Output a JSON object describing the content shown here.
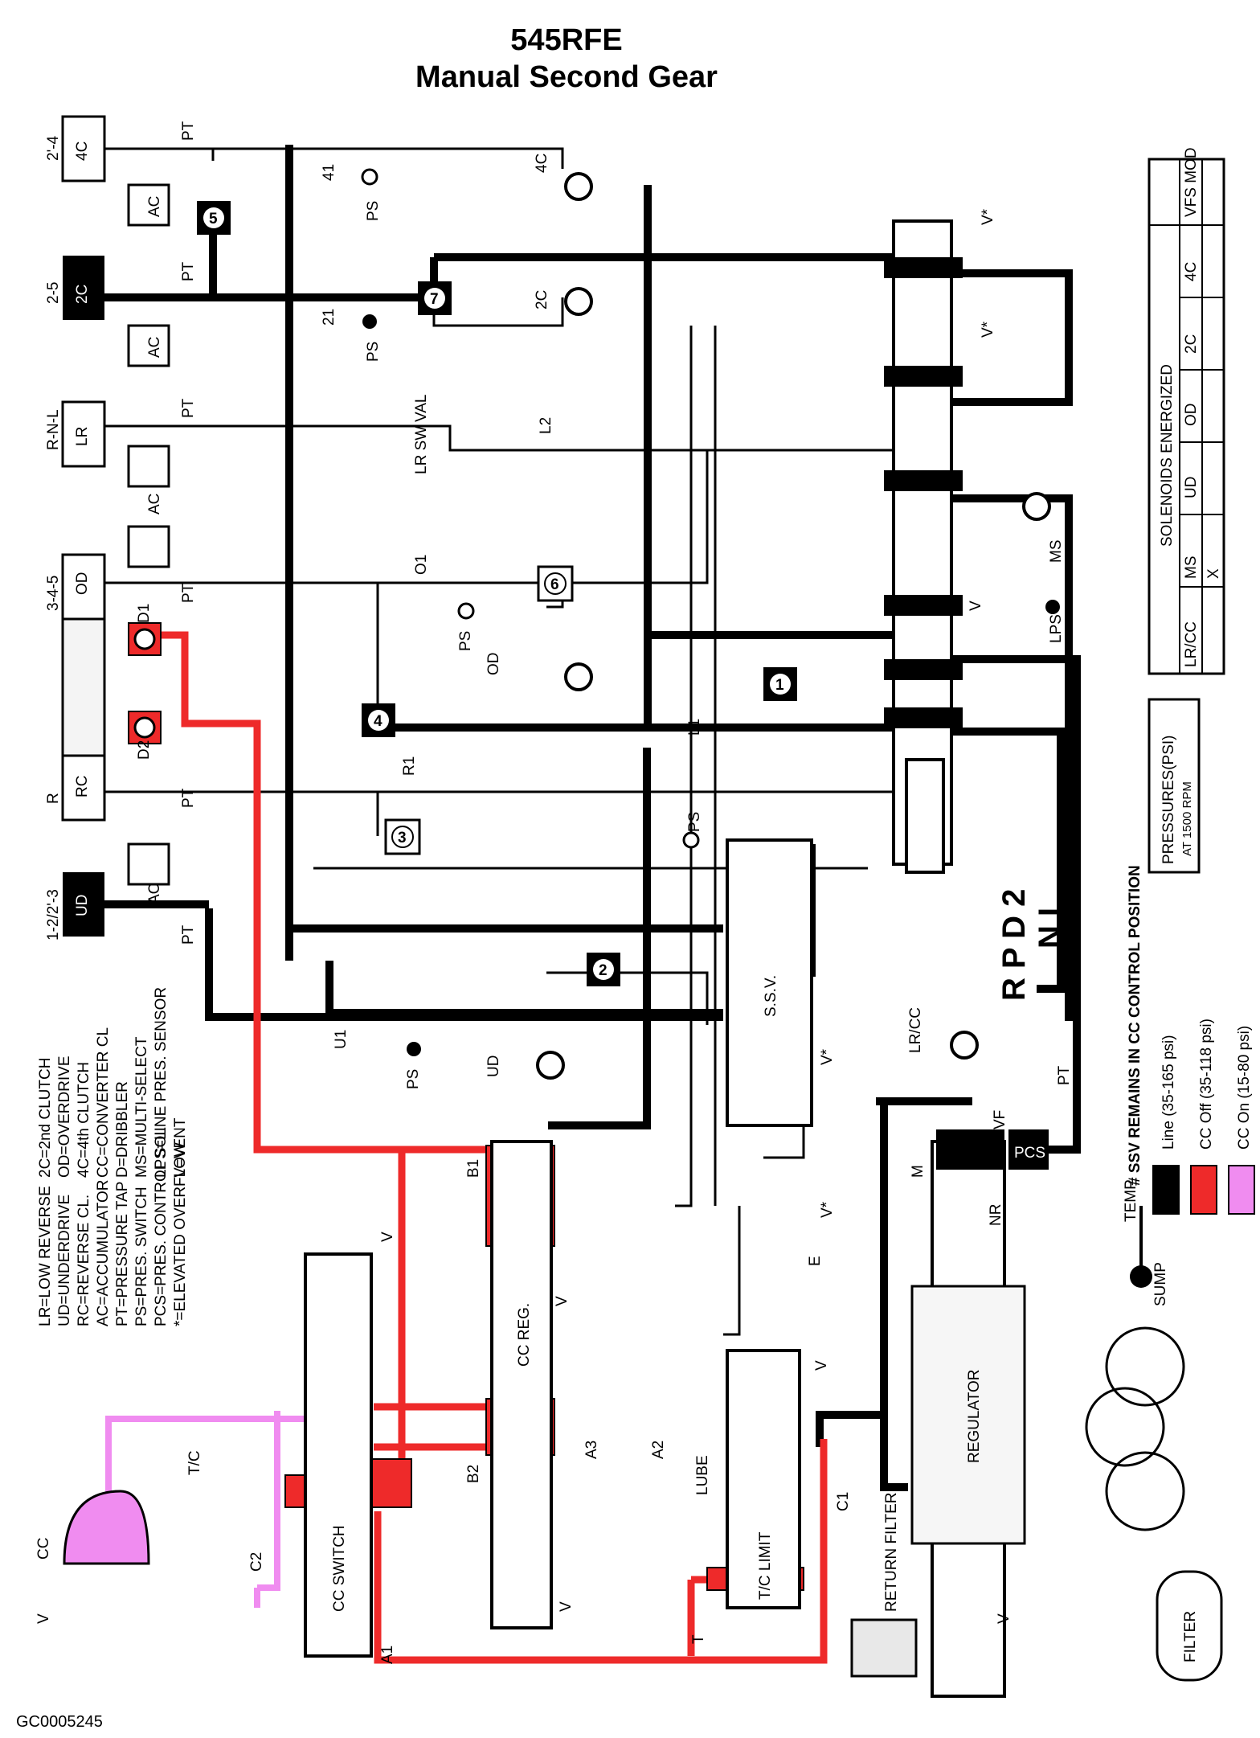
{
  "title": {
    "line1": "545RFE",
    "line2": "Manual Second Gear"
  },
  "footer_code": "GC0005245",
  "clutches": [
    {
      "gear": "2'-4",
      "name": "4C"
    },
    {
      "gear": "2-5",
      "name": "2C"
    },
    {
      "gear": "R-N-L",
      "name": "LR"
    },
    {
      "gear": "3-4-5",
      "name": "OD"
    },
    {
      "gear": "R",
      "name": "RC"
    },
    {
      "gear": "1-2/2'-3",
      "name": "UD"
    }
  ],
  "legend_abbreviations": [
    "LR=LOW REVERSE",
    "UD=UNDERDRIVE",
    "RC=REVERSE CL.",
    "AC=ACCUMULATOR",
    "PT=PRESSURE TAP",
    "PS=PRES. SWITCH",
    "PCS=PRES. CONTROL SOL",
    "*=ELEVATED OVERFLOW",
    "2C=2nd CLUTCH",
    "OD=OVERDRIVE",
    "4C=4th CLUTCH",
    "CC=CONVERTER CL",
    "D=DRIBBLER",
    "MS=MULTI-SELECT",
    "LPS=LINE PRES. SENSOR",
    "V=VENT"
  ],
  "solenoids_table": {
    "header": "SOLENOIDS ENERGIZED",
    "columns": [
      "LR/CC",
      "MS",
      "UD",
      "OD",
      "2C",
      "4C",
      "VFS MOD"
    ],
    "values": [
      "",
      "X",
      "",
      "",
      "",
      "",
      ""
    ]
  },
  "pressures": {
    "title": "PRESSURES(PSI)",
    "subtitle": "AT 1500 RPM",
    "note": "# SSV REMAINS IN CC CONTROL POSITION",
    "items": [
      {
        "label": "Line (35-165 psi)",
        "color": "#000000"
      },
      {
        "label": "CC Off (35-118 psi)",
        "color": "#ee2a2a"
      },
      {
        "label": "CC On (15-80 psi)",
        "color": "#f08cf0"
      }
    ]
  },
  "manual_positions": {
    "row1": "R P D 2",
    "row2": "N L"
  },
  "labels": {
    "pt": "PT",
    "ac": "AC",
    "ps": "PS",
    "v": "V",
    "vstar": "V*",
    "l41": "41",
    "l21": "21",
    "val": "VAL",
    "lrsw": "LR SW",
    "l2": "L2",
    "o1": "O1",
    "d1": "D1",
    "d2": "D2",
    "r1": "R1",
    "l1": "L1",
    "u1": "U1",
    "ud": "UD",
    "od": "OD",
    "c4": "4C",
    "c2": "2C",
    "ms": "MS",
    "lps": "LPS",
    "lrcc": "LR/CC",
    "ssv": "S.S.V.",
    "b1": "B1",
    "b2": "B2",
    "a1": "A1",
    "a2": "A2",
    "a3": "A3",
    "c1": "C1",
    "c2l": "C2",
    "e": "E",
    "m": "M",
    "nr": "NR",
    "vf": "VF",
    "pcs": "PCS",
    "temp": "TEMP",
    "sump": "SUMP",
    "regulator": "REGULATOR",
    "filter": "FILTER",
    "return_filter": "RETURN FILTER",
    "lube": "LUBE",
    "tc_limit": "T/C LIMIT",
    "cc_reg": "CC REG.",
    "cc_switch": "CC SWITCH",
    "tc": "T/C",
    "cc": "CC",
    "t": "T",
    "n1": "1",
    "n2": "2",
    "n3": "3",
    "n4": "4",
    "n5": "5",
    "n6": "6",
    "n7": "7"
  },
  "colors": {
    "line": "#000000",
    "cc_off": "#ee2a2a",
    "cc_on": "#f08cf0"
  }
}
